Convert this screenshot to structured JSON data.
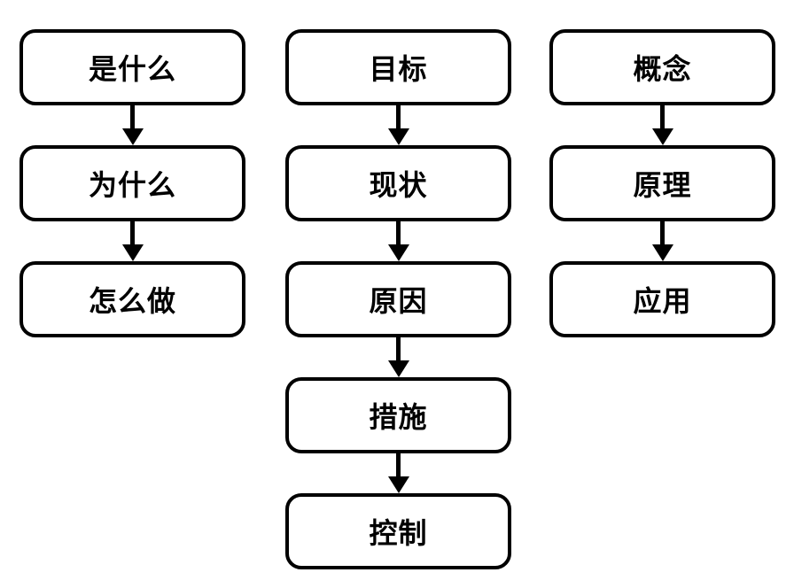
{
  "diagram": {
    "columns": [
      {
        "id": "column-1",
        "nodes": [
          "是什么",
          "为什么",
          "怎么做"
        ]
      },
      {
        "id": "column-2",
        "nodes": [
          "目标",
          "现状",
          "原因",
          "措施",
          "控制"
        ]
      },
      {
        "id": "column-3",
        "nodes": [
          "概念",
          "原理",
          "应用"
        ]
      }
    ]
  },
  "colors": {
    "background": "#ffffff",
    "node_fill": "#ffffff",
    "node_border": "#000000",
    "text": "#000000",
    "arrow": "#000000"
  }
}
